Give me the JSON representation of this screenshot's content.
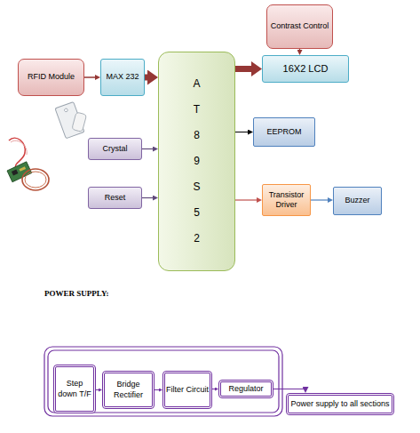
{
  "diagram": {
    "nodes": [
      {
        "text": [
          "Contrast Control"
        ]
      },
      {
        "text": [
          "RFID Module"
        ]
      },
      {
        "text": [
          "MAX 232"
        ]
      },
      {
        "text": [
          "A T 8 9 S 5 2"
        ]
      },
      {
        "text": [
          "16X2 LCD"
        ]
      },
      {
        "text": [
          "EEPROM"
        ]
      },
      {
        "text": [
          "Crystal"
        ]
      },
      {
        "text": [
          "Reset"
        ]
      },
      {
        "text": [
          "Transistor Driver"
        ]
      },
      {
        "text": [
          "Buzzer"
        ]
      },
      {
        "text": [
          "Step down T/F"
        ]
      },
      {
        "text": [
          "Bridge Rectifier"
        ]
      },
      {
        "text": [
          "Filter Circuit"
        ]
      },
      {
        "text": [
          "Regulator"
        ]
      },
      {
        "text": [
          "Power supply to all sections"
        ]
      }
    ],
    "edges": [
      {
        "from": 1,
        "to": 2,
        "arrow": "to"
      },
      {
        "from": 2,
        "to": 3,
        "arrow": "to"
      },
      {
        "from": 3,
        "to": 4,
        "arrow": "to"
      },
      {
        "from": 0,
        "to": 4,
        "arrow": "to"
      },
      {
        "from": 3,
        "to": 5,
        "arrow": "to"
      },
      {
        "from": 6,
        "to": 3,
        "arrow": "to"
      },
      {
        "from": 7,
        "to": 3,
        "arrow": "to"
      },
      {
        "from": 3,
        "to": 8,
        "arrow": "to"
      },
      {
        "from": 8,
        "to": 9,
        "arrow": "to"
      },
      {
        "from": 10,
        "to": 11,
        "arrow": "to"
      },
      {
        "from": 11,
        "to": 12,
        "arrow": "to"
      },
      {
        "from": 12,
        "to": 13,
        "arrow": "to"
      },
      {
        "from": 13,
        "to": 14,
        "arrow": "to"
      }
    ],
    "labels": [
      "POWER SUPPLY:"
    ]
  }
}
